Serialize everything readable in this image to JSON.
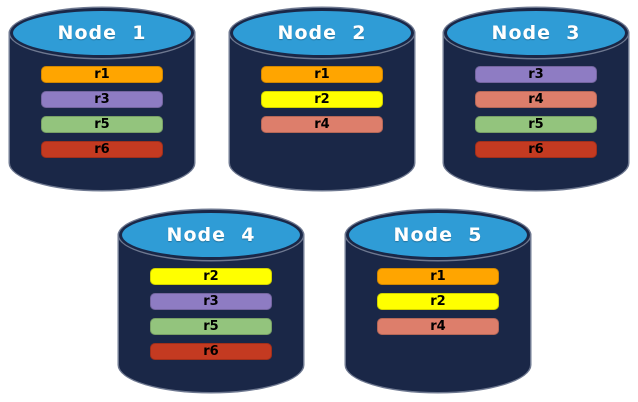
{
  "nodes": [
    {
      "label": "Node  1",
      "replicas": [
        "r1",
        "r3",
        "r5",
        "r6"
      ]
    },
    {
      "label": "Node  2",
      "replicas": [
        "r1",
        "r2",
        "r4"
      ]
    },
    {
      "label": "Node  3",
      "replicas": [
        "r3",
        "r4",
        "r5",
        "r6"
      ]
    },
    {
      "label": "Node  4",
      "replicas": [
        "r2",
        "r3",
        "r5",
        "r6"
      ]
    },
    {
      "label": "Node  5",
      "replicas": [
        "r1",
        "r2",
        "r4"
      ]
    }
  ],
  "colors": {
    "cylinder_body": "#1A2747",
    "cylinder_top": "#2F9CD6",
    "cylinder_outline": "#6E7890",
    "node_title_text": "#FFFFFF",
    "bar_text": "#000000",
    "replicas": {
      "r1": "#FFA500",
      "r2": "#FFFF00",
      "r3": "#8E7CC3",
      "r4": "#DD7E6B",
      "r5": "#93C47D",
      "r6": "#C43A21"
    }
  }
}
